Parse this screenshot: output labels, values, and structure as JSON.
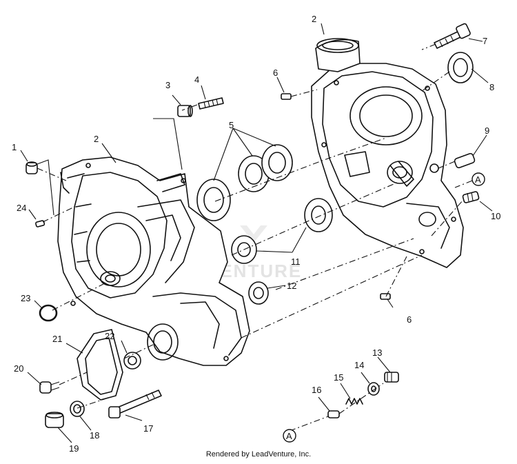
{
  "callouts": {
    "c1": "1",
    "c2a": "2",
    "c2b": "2",
    "c3": "3",
    "c4": "4",
    "c5": "5",
    "c6a": "6",
    "c6b": "6",
    "c7": "7",
    "c8": "8",
    "c9": "9",
    "c10": "10",
    "c11": "11",
    "c12": "12",
    "c13": "13",
    "c14": "14",
    "c15": "15",
    "c16": "16",
    "c17": "17",
    "c18": "18",
    "c19": "19",
    "c20": "20",
    "c21": "21",
    "c22": "22",
    "c23": "23",
    "c24": "24",
    "refA1": "A",
    "refA2": "A"
  },
  "watermark": "VENTURE",
  "footer": {
    "credit": "Rendered by LeadVenture, Inc."
  }
}
